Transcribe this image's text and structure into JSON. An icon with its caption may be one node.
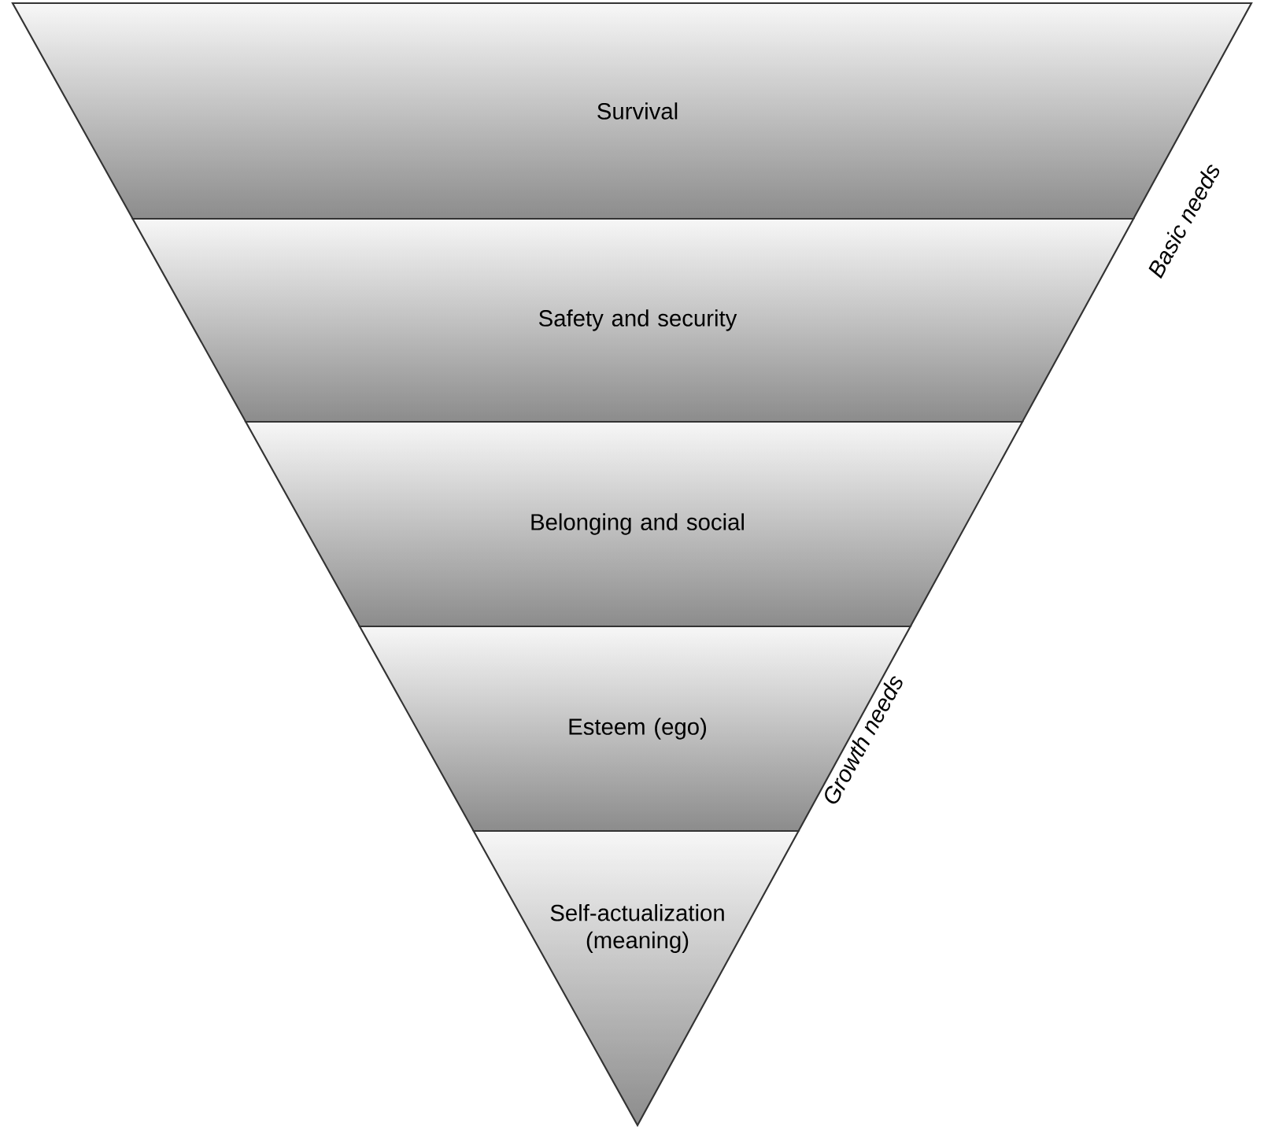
{
  "diagram": {
    "nodes": [
      {
        "text": [
          "Survival"
        ]
      },
      {
        "text": [
          "Safety and security"
        ]
      },
      {
        "text": [
          "Belonging and social"
        ]
      },
      {
        "text": [
          "Esteem (ego)"
        ]
      },
      {
        "text": [
          "Self-actualization (meaning)"
        ]
      }
    ],
    "labels": [
      "Basic needs",
      "Growth needs"
    ]
  }
}
